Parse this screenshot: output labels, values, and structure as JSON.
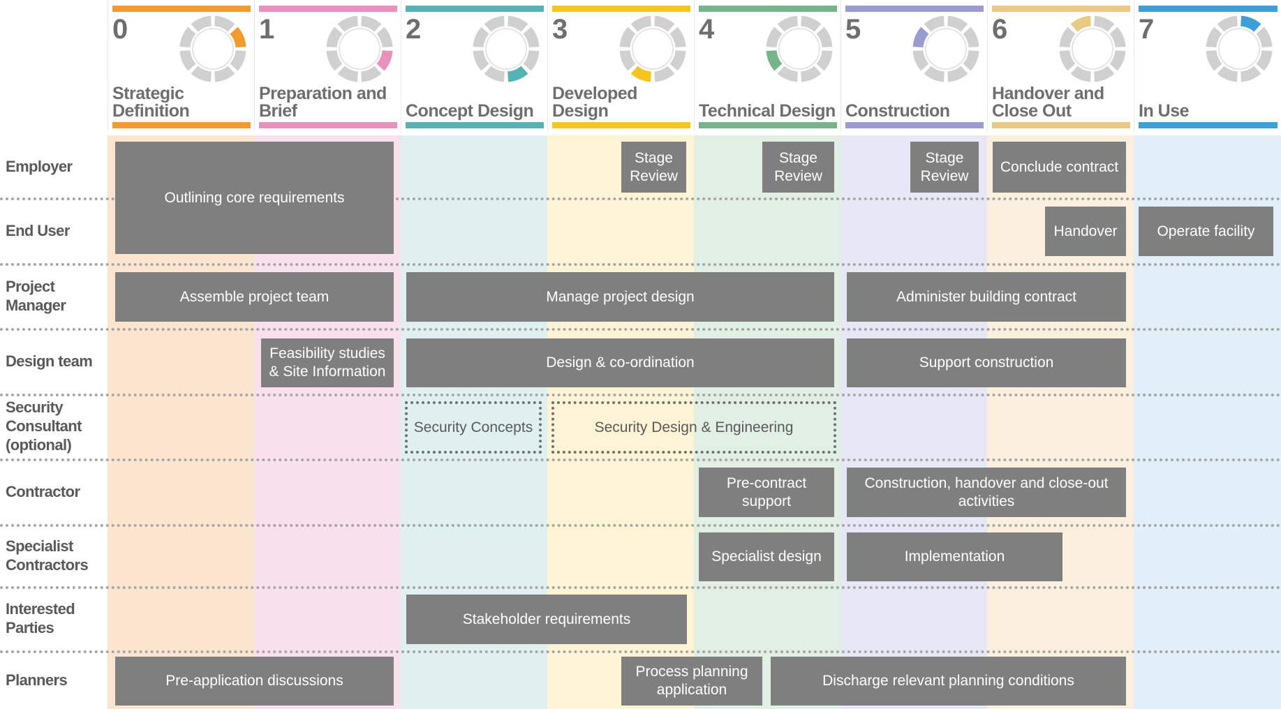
{
  "stages": [
    {
      "num": "0",
      "name": "Strategic Definition",
      "color": "#f39a2f",
      "bg": "#fbe5cf"
    },
    {
      "num": "1",
      "name": "Preparation and Brief",
      "color": "#e891bd",
      "bg": "#f8e0ec"
    },
    {
      "num": "2",
      "name": "Concept Design",
      "color": "#56b3b3",
      "bg": "#e0f0f0"
    },
    {
      "num": "3",
      "name": "Developed Design",
      "color": "#f5c61d",
      "bg": "#fdf4d6"
    },
    {
      "num": "4",
      "name": "Technical Design",
      "color": "#77b489",
      "bg": "#e2efe4"
    },
    {
      "num": "5",
      "name": "Construction",
      "color": "#9b9bd1",
      "bg": "#e8e7f5"
    },
    {
      "num": "6",
      "name": "Handover and Close Out",
      "color": "#e9c983",
      "bg": "#fbf0de"
    },
    {
      "num": "7",
      "name": "In Use",
      "color": "#3d9fd8",
      "bg": "#e2eef8"
    }
  ],
  "roles": [
    {
      "key": "employer",
      "label": "Employer"
    },
    {
      "key": "end-user",
      "label": "End User"
    },
    {
      "key": "project-manager",
      "label": "Project Manager"
    },
    {
      "key": "design-team",
      "label": "Design team"
    },
    {
      "key": "security-consultant",
      "label": "Security Consultant (optional)"
    },
    {
      "key": "contractor",
      "label": "Contractor"
    },
    {
      "key": "specialist-contractors",
      "label": "Specialist Contractors"
    },
    {
      "key": "interested-parties",
      "label": "Interested Parties"
    },
    {
      "key": "planners",
      "label": "Planners"
    }
  ],
  "activities": [
    {
      "key": "outlining-core-requirements",
      "label": "Outlining core requirements"
    },
    {
      "key": "stage-review-3",
      "label": "Stage Review"
    },
    {
      "key": "stage-review-4",
      "label": "Stage Review"
    },
    {
      "key": "stage-review-5",
      "label": "Stage Review"
    },
    {
      "key": "conclude-contract",
      "label": "Conclude contract"
    },
    {
      "key": "handover",
      "label": "Handover"
    },
    {
      "key": "operate-facility",
      "label": "Operate facility"
    },
    {
      "key": "assemble-project-team",
      "label": "Assemble project team"
    },
    {
      "key": "manage-project-design",
      "label": "Manage project design"
    },
    {
      "key": "administer-building-contract",
      "label": "Administer building contract"
    },
    {
      "key": "feasibility-studies",
      "label": "Feasibility studies & Site Information"
    },
    {
      "key": "design-coordination",
      "label": "Design & co-ordination"
    },
    {
      "key": "support-construction",
      "label": "Support construction"
    },
    {
      "key": "security-concepts",
      "label": "Security Concepts",
      "style": "dashed"
    },
    {
      "key": "security-design-engineering",
      "label": "Security Design & Engineering",
      "style": "dashed"
    },
    {
      "key": "pre-contract-support",
      "label": "Pre-contract support"
    },
    {
      "key": "construction-handover-activities",
      "label": "Construction, handover and close-out activities"
    },
    {
      "key": "specialist-design",
      "label": "Specialist design"
    },
    {
      "key": "implementation",
      "label": "Implementation"
    },
    {
      "key": "stakeholder-requirements",
      "label": "Stakeholder requirements"
    },
    {
      "key": "pre-application-discussions",
      "label": "Pre-application discussions"
    },
    {
      "key": "process-planning-application",
      "label": "Process planning application"
    },
    {
      "key": "discharge-planning-conditions",
      "label": "Discharge relevant planning conditions"
    }
  ]
}
